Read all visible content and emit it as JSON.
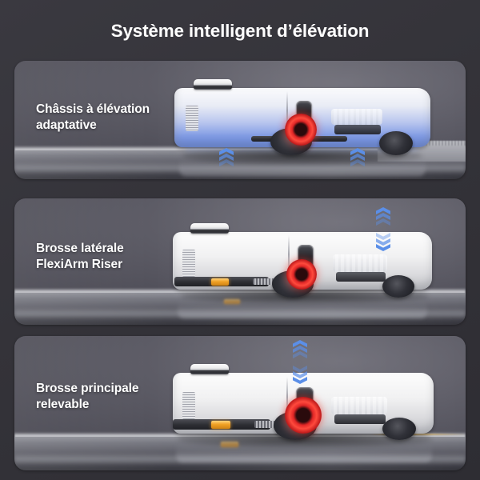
{
  "header": {
    "title": "Système intelligent d’élévation"
  },
  "theme": {
    "page_background": "#35343b",
    "panel_wall": "#5a5963",
    "panel_floor": "#5a5a63",
    "title_color": "#ffffff",
    "caption_color": "#ffffff",
    "chevron_blue": "#5b8fe8",
    "accent_red": "#ff4a3d",
    "accent_amber": "#f0a124",
    "robot_white": "#f1f1f2",
    "robot_tint_blue": "#7f9ae4"
  },
  "panels": [
    {
      "id": "panel-1",
      "caption": "Châssis à élévation\nadaptative",
      "feature": "adaptive-lift-chassis",
      "robot_tint": "blue-xray",
      "chevrons": [
        {
          "position": "left-under-body",
          "direction": "up",
          "count": 3
        },
        {
          "position": "right-under-body",
          "direction": "up",
          "count": 3
        }
      ],
      "scene_props": [
        "carpet-threshold-right",
        "floor-reflection"
      ]
    },
    {
      "id": "panel-2",
      "caption": "Brosse latérale\nFlexiArm Riser",
      "feature": "side-brush-flexiarm-riser",
      "robot_tint": "none",
      "chevrons": [
        {
          "position": "right-above-body",
          "direction": "up",
          "count": 3
        },
        {
          "position": "right-above-body",
          "direction": "down",
          "count": 3
        }
      ],
      "scene_props": [
        "amber-sensor",
        "floor-reflection"
      ]
    },
    {
      "id": "panel-3",
      "caption": "Brosse principale\nrelevable",
      "feature": "liftable-main-brush",
      "robot_tint": "none",
      "chevrons": [
        {
          "position": "center-above-body",
          "direction": "up",
          "count": 3
        },
        {
          "position": "center-above-body",
          "direction": "down",
          "count": 3
        }
      ],
      "scene_props": [
        "amber-sensor",
        "floor-cord-right",
        "floor-reflection"
      ]
    }
  ]
}
